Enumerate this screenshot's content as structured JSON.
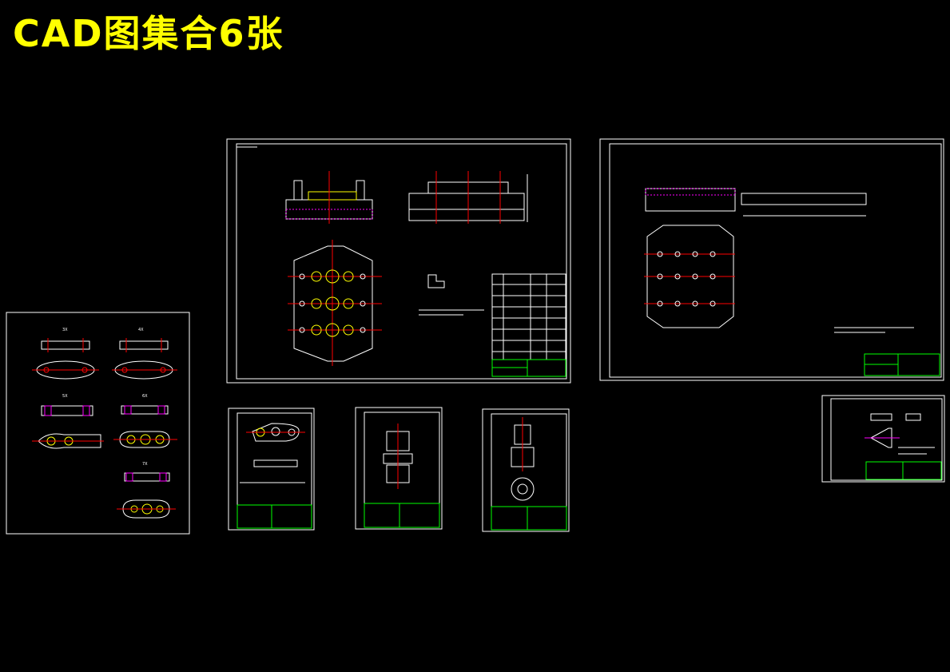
{
  "title": "CAD图集合6张",
  "colors": {
    "background": "#000000",
    "title": "#ffff00",
    "frame": "#ffffff",
    "centerline": "#ff0000",
    "title_block": "#00ff00",
    "highlight": "#ffff00",
    "section": "#ff00ff"
  },
  "sheets": [
    {
      "id": "sheet-parts-list"
    },
    {
      "id": "sheet-main-assembly"
    },
    {
      "id": "sheet-base-plate"
    },
    {
      "id": "sheet-small-part-1"
    },
    {
      "id": "sheet-small-part-2"
    },
    {
      "id": "sheet-small-part-3"
    },
    {
      "id": "sheet-small-part-4"
    }
  ]
}
